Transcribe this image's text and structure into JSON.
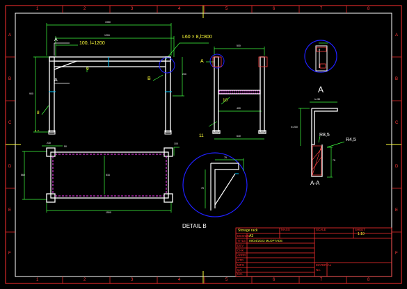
{
  "drawing": {
    "top_labels": [
      "1",
      "2",
      "3",
      "4",
      "5",
      "6",
      "7",
      "8"
    ],
    "side_labels": [
      "A",
      "B",
      "C",
      "D",
      "E",
      "F"
    ],
    "callouts": {
      "profile": "L60 × 8,l=800",
      "item100": "100, l=1200",
      "item9": "9",
      "item8": "8",
      "item10": "10",
      "item11": "11",
      "detail_b_marker": "B",
      "section_a_left": "A",
      "section_a_left2": "A",
      "view_a_marker": "A",
      "view_a_title": "A",
      "section_title": "A-A",
      "r1": "R8,5",
      "r2": "R4,5",
      "detail_title": "DETAIL  B"
    },
    "dims": {
      "top_width": "1950",
      "inner_width": "1200",
      "height_left": "900",
      "height_right": "200",
      "side_width": "500",
      "side_inner": "400",
      "side_bottom": "640",
      "plan_width": "1500",
      "plan_height": "560",
      "plan_inner": "516",
      "plan_top1": "230",
      "plan_top2": "50",
      "plan_right": "100",
      "detail_dim1": "75",
      "detail_dim2": "75",
      "sec_width": "h=38",
      "sec_height": "h=200",
      "sec_dim": "75"
    },
    "title_block": {
      "name": "Storage rack",
      "size": "A3",
      "date_author": "09/24/2023 MLOPTADE",
      "scale": "1:10",
      "hdr_mass": "MASS",
      "hdr_scale": "SCALE",
      "hdr_sheet": "SHEET",
      "row_labels": [
        "DESIGN",
        "TITLE",
        "DEV",
        "CHK",
        "APPR",
        "STD",
        "MFG",
        "QA",
        "NO.",
        "SHEETS"
      ],
      "sheet_no": "No.",
      "material": "MATERIAL"
    }
  }
}
